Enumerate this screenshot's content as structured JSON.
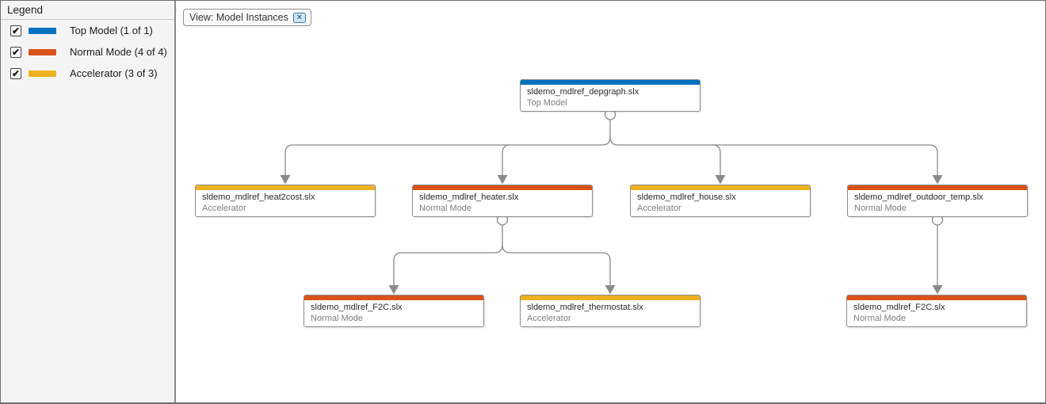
{
  "legend": {
    "title": "Legend",
    "items": [
      {
        "label": "Top Model (1 of 1)",
        "color": "#0072BD",
        "checked": true,
        "check_glyph": "✔"
      },
      {
        "label": "Normal Mode (4 of 4)",
        "color": "#D95319",
        "checked": true,
        "check_glyph": "✔"
      },
      {
        "label": "Accelerator (3 of 3)",
        "color": "#EDB120",
        "checked": true,
        "check_glyph": "✔"
      }
    ]
  },
  "filter_chip": {
    "label": "View: Model Instances",
    "close_glyph": "×"
  },
  "diagram": {
    "nodes": [
      {
        "file": "sldemo_mdlref_depgraph.slx",
        "mode": "Top Model",
        "color": "#0072BD"
      },
      {
        "file": "sldemo_mdlref_heat2cost.slx",
        "mode": "Accelerator",
        "color": "#EDB120"
      },
      {
        "file": "sldemo_mdlref_heater.slx",
        "mode": "Normal Mode",
        "color": "#D95319"
      },
      {
        "file": "sldemo_mdlref_house.slx",
        "mode": "Accelerator",
        "color": "#EDB120"
      },
      {
        "file": "sldemo_mdlref_outdoor_temp.slx",
        "mode": "Normal Mode",
        "color": "#D95319"
      },
      {
        "file": "sldemo_mdlref_F2C.slx",
        "mode": "Normal Mode",
        "color": "#D95319"
      },
      {
        "file": "sldemo_mdlref_thermostat.slx",
        "mode": "Accelerator",
        "color": "#EDB120"
      },
      {
        "file": "sldemo_mdlref_F2C.slx",
        "mode": "Normal Mode",
        "color": "#D95319"
      }
    ],
    "edges": [
      {
        "from": "sldemo_mdlref_depgraph.slx",
        "to": "sldemo_mdlref_heat2cost.slx"
      },
      {
        "from": "sldemo_mdlref_depgraph.slx",
        "to": "sldemo_mdlref_heater.slx"
      },
      {
        "from": "sldemo_mdlref_depgraph.slx",
        "to": "sldemo_mdlref_house.slx"
      },
      {
        "from": "sldemo_mdlref_depgraph.slx",
        "to": "sldemo_mdlref_outdoor_temp.slx"
      },
      {
        "from": "sldemo_mdlref_heater.slx",
        "to": "sldemo_mdlref_F2C.slx"
      },
      {
        "from": "sldemo_mdlref_heater.slx",
        "to": "sldemo_mdlref_thermostat.slx"
      },
      {
        "from": "sldemo_mdlref_outdoor_temp.slx",
        "to": "sldemo_mdlref_F2C.slx"
      }
    ],
    "connector_color": "#8a8a8a"
  }
}
